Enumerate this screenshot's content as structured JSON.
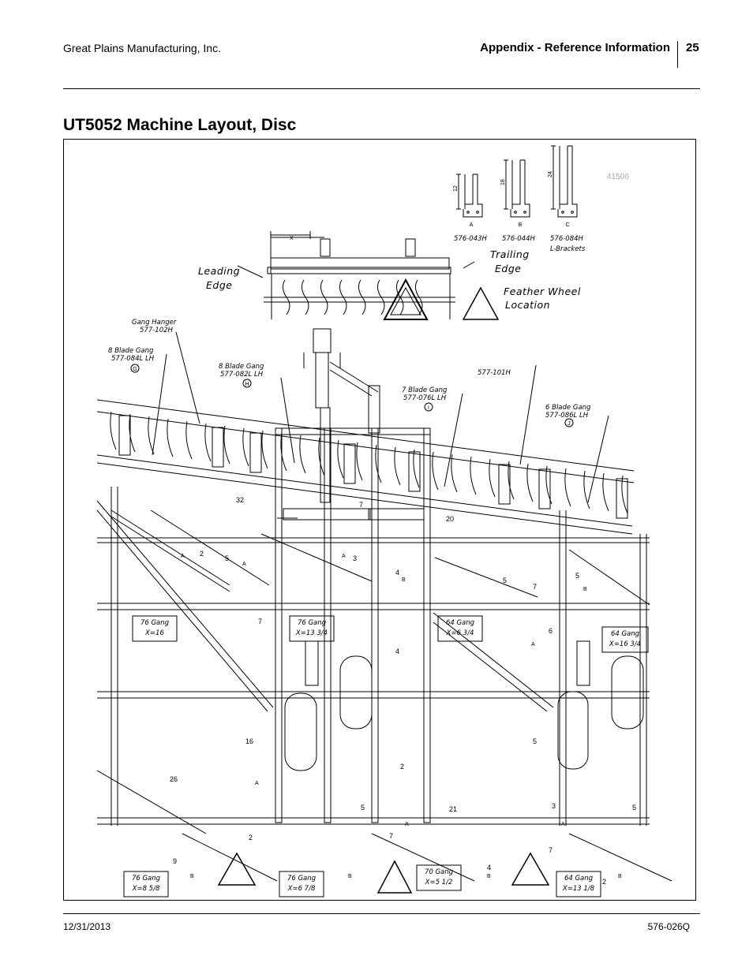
{
  "header": {
    "company": "Great Plains Manufacturing, Inc.",
    "section": "Appendix - Reference Information",
    "page_number": "25"
  },
  "page_title": "UT5052 Machine Layout, Disc",
  "figure": {
    "ref_number": "41506",
    "brackets": [
      {
        "letter": "A",
        "part": "576-043H",
        "height": "12"
      },
      {
        "letter": "B",
        "part": "576-044H",
        "height": "18"
      },
      {
        "letter": "C",
        "part": "576-084H",
        "height": "24"
      }
    ],
    "brackets_caption": "L-Brackets",
    "dim_x": "X",
    "leading_edge": [
      "Leading",
      "Edge"
    ],
    "trailing_edge": [
      "Trailing",
      "Edge"
    ],
    "feather_wheel": [
      "Feather Wheel",
      "Location"
    ],
    "callouts": {
      "gang_hanger": [
        "Gang Hanger",
        "577-102H"
      ],
      "gang_8_lh": [
        "8 Blade Gang",
        "577-084L LH",
        "G"
      ],
      "gang_8b_lh": [
        "8 Blade Gang",
        "577-082L LH",
        "H"
      ],
      "frame_part": "577-101H",
      "gang_7_lh": [
        "7 Blade Gang",
        "577-076L LH",
        "I"
      ],
      "gang_6_lh": [
        "6 Blade Gang",
        "577-086L LH",
        "J"
      ]
    },
    "gang_boxes": [
      [
        "76 Gang",
        "X=16"
      ],
      [
        "76 Gang",
        "X=13 3/4"
      ],
      [
        "64 Gang",
        "X=6 3/4"
      ],
      [
        "64 Gang",
        "X=16 3/4"
      ],
      [
        "76 Gang",
        "X=8 5/8"
      ],
      [
        "76 Gang",
        "X=6 7/8"
      ],
      [
        "70 Gang",
        "X=5 1/2"
      ],
      [
        "64 Gang",
        "X=13 1/8"
      ]
    ],
    "dims": {
      "d32": "32",
      "d7a": "7",
      "d20": "20",
      "d2": "2",
      "d5a": "5",
      "d3a": "3",
      "d4": "4",
      "d5b": "5",
      "d7b": "7",
      "d5c": "5",
      "d6": "6",
      "d7c": "7",
      "d4b": "4",
      "d16": "16",
      "d5d": "5",
      "d2b": "2",
      "d26": "26",
      "d21": "21",
      "d5e": "5",
      "d5f": "5",
      "d3b": "3",
      "d2c": "2",
      "d9": "9",
      "d7d": "7",
      "d4c": "4",
      "d2d": "2",
      "d7e": "7"
    },
    "marker_a": "A",
    "marker_b": "B"
  },
  "footer": {
    "date": "12/31/2013",
    "doc_number": "576-026Q"
  }
}
